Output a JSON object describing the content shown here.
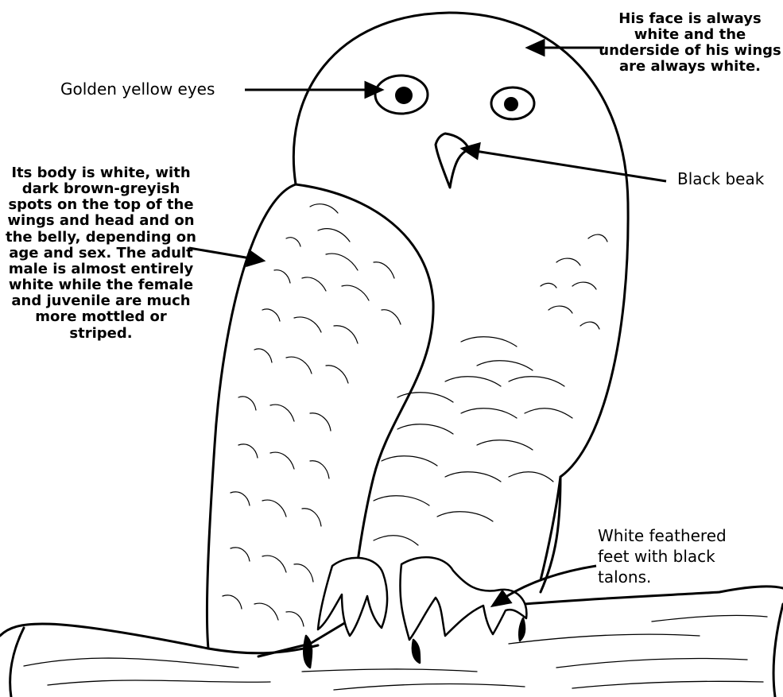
{
  "labels": {
    "eyes": "Golden yellow eyes",
    "face": "His face is always white and the underside of his wings are always white.",
    "beak": "Black beak",
    "body": "Its body is white, with dark brown-greyish spots on the top of the wings and head and on the belly, depending on age and sex. The adult male is almost entirely white while the female and juvenile are much more mottled or striped.",
    "feet": "White feathered feet with black talons."
  },
  "colors": {
    "ink": "#000000",
    "paper": "#ffffff"
  }
}
